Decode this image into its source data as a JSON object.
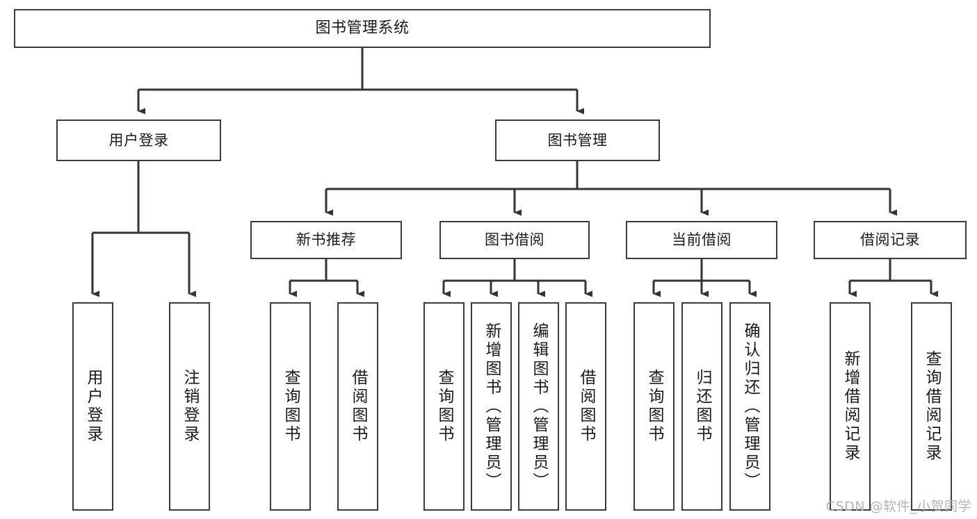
{
  "diagram": {
    "title": "图书管理系统",
    "type": "tree",
    "watermark": "CSDN @软件_小贺同学",
    "colors": {
      "box_border": "#3a3a3a",
      "box_fill": "#ffffff",
      "edge": "#333333",
      "text": "#1a1a1a",
      "watermark": "#b4b4b4",
      "background": "#ffffff"
    },
    "nodes": {
      "root": {
        "label": "图书管理系统"
      },
      "level1": [
        {
          "id": "user-login",
          "label": "用户登录"
        },
        {
          "id": "book-management",
          "label": "图书管理"
        }
      ],
      "level2": [
        {
          "id": "new-book-recommend",
          "label": "新书推荐",
          "parent": "book-management"
        },
        {
          "id": "book-borrow",
          "label": "图书借阅",
          "parent": "book-management"
        },
        {
          "id": "current-borrow",
          "label": "当前借阅",
          "parent": "book-management"
        },
        {
          "id": "borrow-record",
          "label": "借阅记录",
          "parent": "book-management"
        }
      ],
      "leaves": [
        {
          "id": "leaf-user-login",
          "label": "用户登录",
          "parent": "user-login"
        },
        {
          "id": "leaf-logout",
          "label": "注销登录",
          "parent": "user-login"
        },
        {
          "id": "leaf-query-book-1",
          "label": "查询图书",
          "parent": "new-book-recommend"
        },
        {
          "id": "leaf-borrow-book-1",
          "label": "借阅图书",
          "parent": "new-book-recommend"
        },
        {
          "id": "leaf-query-book-2",
          "label": "查询图书",
          "parent": "book-borrow"
        },
        {
          "id": "leaf-add-book",
          "label": "新增图书（管理员）",
          "parent": "book-borrow"
        },
        {
          "id": "leaf-edit-book",
          "label": "编辑图书（管理员）",
          "parent": "book-borrow"
        },
        {
          "id": "leaf-borrow-book-2",
          "label": "借阅图书",
          "parent": "book-borrow"
        },
        {
          "id": "leaf-query-book-3",
          "label": "查询图书",
          "parent": "current-borrow"
        },
        {
          "id": "leaf-return-book",
          "label": "归还图书",
          "parent": "current-borrow"
        },
        {
          "id": "leaf-confirm-return",
          "label": "确认归还（管理员）",
          "parent": "current-borrow"
        },
        {
          "id": "leaf-add-record",
          "label": "新增借阅记录",
          "parent": "borrow-record"
        },
        {
          "id": "leaf-query-record",
          "label": "查询借阅记录",
          "parent": "borrow-record"
        }
      ]
    }
  }
}
